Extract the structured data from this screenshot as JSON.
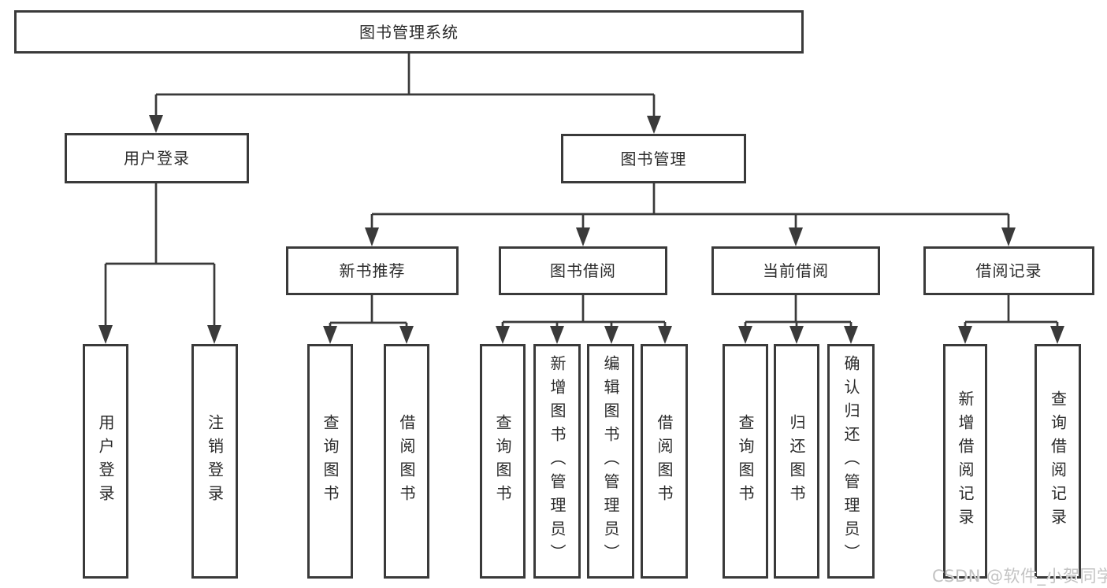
{
  "diagram": {
    "type": "hierarchy-tree",
    "nodes": {
      "root": {
        "label": "图书管理系统"
      },
      "user_login": {
        "label": "用户登录"
      },
      "book_mgmt": {
        "label": "图书管理"
      },
      "new_rec": {
        "label": "新书推荐"
      },
      "book_borrow": {
        "label": "图书借阅"
      },
      "cur_borrow": {
        "label": "当前借阅"
      },
      "borrow_rec": {
        "label": "借阅记录"
      },
      "leaf_user_login": {
        "label": "用户登录"
      },
      "leaf_logout": {
        "label": "注销登录"
      },
      "leaf_nr_query": {
        "label": "查询图书"
      },
      "leaf_nr_borrow": {
        "label": "借阅图书"
      },
      "leaf_bb_query": {
        "label": "查询图书"
      },
      "leaf_bb_add": {
        "label": "新增图书（管理员）"
      },
      "leaf_bb_edit": {
        "label": "编辑图书（管理员）"
      },
      "leaf_bb_borrow": {
        "label": "借阅图书"
      },
      "leaf_cb_query": {
        "label": "查询图书"
      },
      "leaf_cb_return": {
        "label": "归还图书"
      },
      "leaf_cb_confirm": {
        "label": "确认归还（管理员）"
      },
      "leaf_br_add": {
        "label": "新增借阅记录"
      },
      "leaf_br_query": {
        "label": "查询借阅记录"
      }
    },
    "edges": [
      [
        "root",
        "user_login"
      ],
      [
        "root",
        "book_mgmt"
      ],
      [
        "user_login",
        "leaf_user_login"
      ],
      [
        "user_login",
        "leaf_logout"
      ],
      [
        "book_mgmt",
        "new_rec"
      ],
      [
        "book_mgmt",
        "book_borrow"
      ],
      [
        "book_mgmt",
        "cur_borrow"
      ],
      [
        "book_mgmt",
        "borrow_rec"
      ],
      [
        "new_rec",
        "leaf_nr_query"
      ],
      [
        "new_rec",
        "leaf_nr_borrow"
      ],
      [
        "book_borrow",
        "leaf_bb_query"
      ],
      [
        "book_borrow",
        "leaf_bb_add"
      ],
      [
        "book_borrow",
        "leaf_bb_edit"
      ],
      [
        "book_borrow",
        "leaf_bb_borrow"
      ],
      [
        "cur_borrow",
        "leaf_cb_query"
      ],
      [
        "cur_borrow",
        "leaf_cb_return"
      ],
      [
        "cur_borrow",
        "leaf_cb_confirm"
      ],
      [
        "borrow_rec",
        "leaf_br_add"
      ],
      [
        "borrow_rec",
        "leaf_br_query"
      ]
    ],
    "colors": {
      "line": "#3a3a3a",
      "box_border": "#3a3a3a",
      "text": "#2b2b2b",
      "background": "#ffffff",
      "watermark": "#c3c3c3"
    }
  },
  "watermark": {
    "text": "CSDN @软件_小贺同学"
  }
}
